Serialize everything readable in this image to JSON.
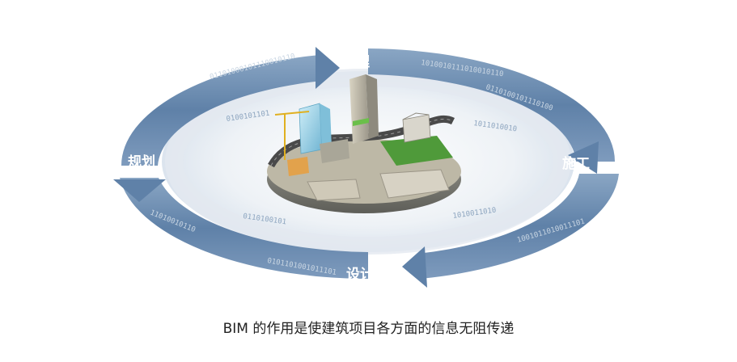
{
  "diagram": {
    "stages": {
      "top": "管理",
      "right": "施工",
      "bottom": "设计",
      "left": "规划"
    },
    "caption": "BIM 的作用是使建筑项目各方面的信息无阻传递",
    "colors": {
      "ring": "#6f8fb1",
      "ring_dark": "#4e6f95",
      "ring_light": "#9db3cb",
      "platform_green": "#4f9a3a",
      "road": "#4a4a4a",
      "glass": "#9fd2e6"
    },
    "icons": {
      "binary_stream": "binary-data-stream-icon",
      "city_model": "city-model-illustration"
    }
  }
}
